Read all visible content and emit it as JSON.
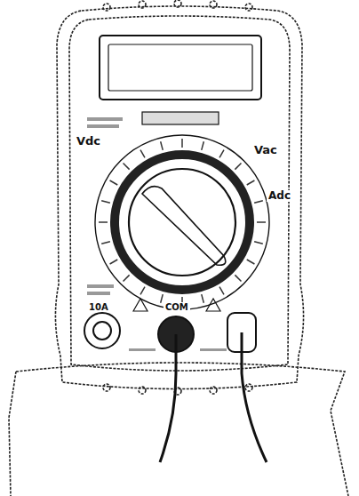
{
  "diagram": {
    "labels": [
      "Vdc",
      "Vac",
      "Adc",
      "10A",
      "COM"
    ]
  }
}
